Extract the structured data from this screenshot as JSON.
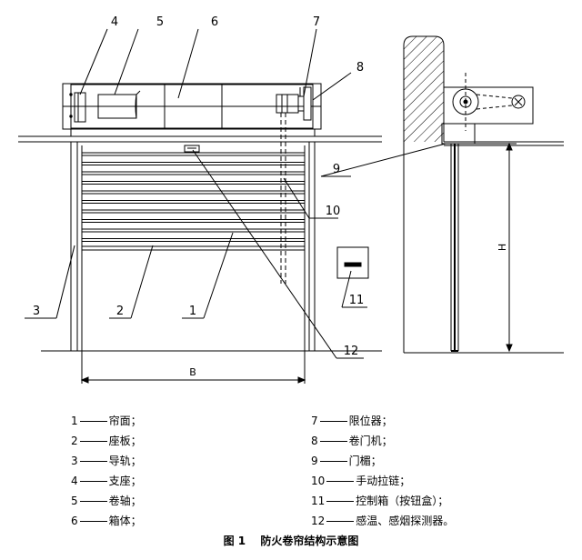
{
  "callouts": {
    "n1": "1",
    "n2": "2",
    "n3": "3",
    "n4": "4",
    "n5": "5",
    "n6": "6",
    "n7": "7",
    "n8": "8",
    "n9": "9",
    "n10": "10",
    "n11": "11",
    "n12": "12"
  },
  "dimensions": {
    "width": "B",
    "height": "H"
  },
  "legend": {
    "left": [
      {
        "num": "1",
        "label": "帘面；"
      },
      {
        "num": "2",
        "label": "座板；"
      },
      {
        "num": "3",
        "label": "导轨；"
      },
      {
        "num": "4",
        "label": "支座；"
      },
      {
        "num": "5",
        "label": "卷轴；"
      },
      {
        "num": "6",
        "label": "箱体；"
      }
    ],
    "right": [
      {
        "num": "7",
        "label": "限位器；"
      },
      {
        "num": "8",
        "label": "卷门机；"
      },
      {
        "num": "9",
        "label": "门楣；"
      },
      {
        "num": "10",
        "label": "手动拉链；"
      },
      {
        "num": "11",
        "label": "控制箱（按钮盒）；"
      },
      {
        "num": "12",
        "label": "感温、感烟探测器。"
      }
    ]
  },
  "caption": {
    "figure": "图 1",
    "title": "防火卷帘结构示意图"
  }
}
